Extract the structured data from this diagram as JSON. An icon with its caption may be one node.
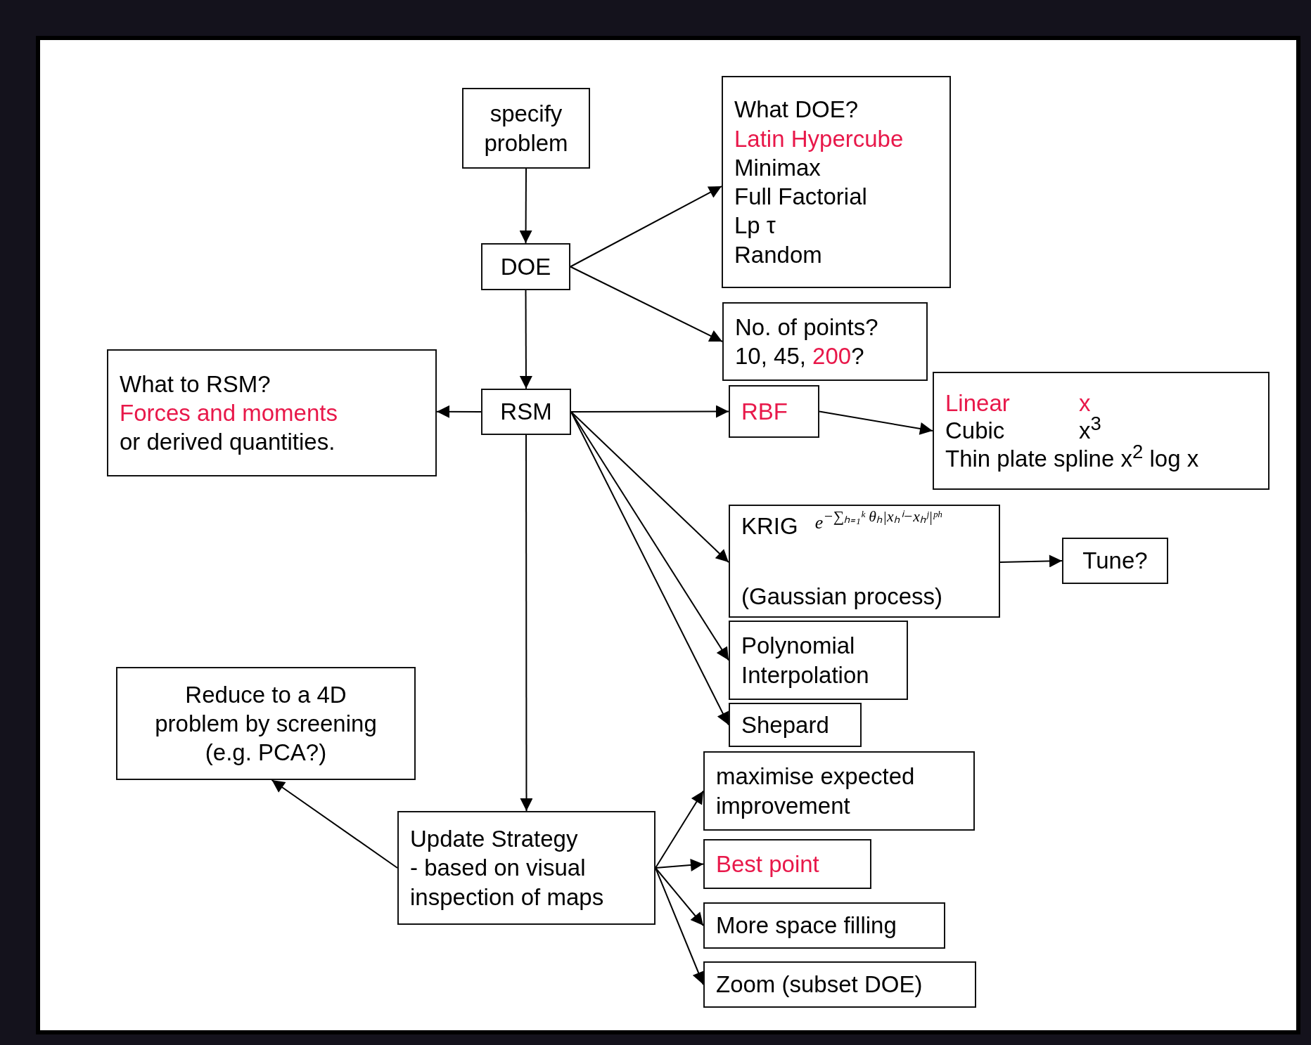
{
  "diagram": {
    "nodes": [
      {
        "text": [
          "specify problem"
        ]
      },
      {
        "text": [
          "DOE"
        ]
      },
      {
        "text": [
          "What DOE?",
          "Latin Hypercube",
          "Minimax",
          "Full Factorial",
          "Lp τ",
          "Random"
        ]
      },
      {
        "text": [
          "No. of points?",
          "10, 45, 200?"
        ]
      },
      {
        "text": [
          "What to RSM?",
          "Forces and moments",
          "or derived quantities."
        ]
      },
      {
        "text": [
          "RSM"
        ]
      },
      {
        "text": [
          "RBF"
        ]
      },
      {
        "text": [
          "Linear",
          "x",
          "Cubic",
          "x$^{3}$",
          "Thin plate spline x$^{2}$ log x"
        ]
      },
      {
        "text": [
          "KRIG",
          "e$^{−∑ₕ₌₁ᵏ θₕ|xₕⁱ−xₕʲ|ᵖʰ}$",
          "(Gaussian process)"
        ]
      },
      {
        "text": [
          "Tune?"
        ]
      },
      {
        "text": [
          "Polynomial Interpolation"
        ]
      },
      {
        "text": [
          "Shepard"
        ]
      },
      {
        "text": [
          "Reduce to a 4D problem by screening (e.g. PCA?)"
        ]
      },
      {
        "text": [
          "Update Strategy",
          "- based on visual inspection of maps"
        ]
      },
      {
        "text": [
          "maximise expected improvement"
        ]
      },
      {
        "text": [
          "Best point"
        ]
      },
      {
        "text": [
          "More space filling"
        ]
      },
      {
        "text": [
          "Zoom (subset DOE)"
        ]
      }
    ],
    "edges": [
      {
        "from": 0,
        "to": 1,
        "arrow": "to"
      },
      {
        "from": 1,
        "to": 2,
        "arrow": "to"
      },
      {
        "from": 1,
        "to": 3,
        "arrow": "to"
      },
      {
        "from": 1,
        "to": 5,
        "arrow": "to"
      },
      {
        "from": 5,
        "to": 4,
        "arrow": "to"
      },
      {
        "from": 5,
        "to": 6,
        "arrow": "to"
      },
      {
        "from": 6,
        "to": 7,
        "arrow": "to"
      },
      {
        "from": 5,
        "to": 8,
        "arrow": "to"
      },
      {
        "from": 5,
        "to": 10,
        "arrow": "to"
      },
      {
        "from": 5,
        "to": 11,
        "arrow": "to"
      },
      {
        "from": 8,
        "to": 9,
        "arrow": "to"
      },
      {
        "from": 5,
        "to": 13,
        "arrow": "to"
      },
      {
        "from": 13,
        "to": 12,
        "arrow": "to"
      },
      {
        "from": 13,
        "to": 14,
        "arrow": "to"
      },
      {
        "from": 13,
        "to": 15,
        "arrow": "to"
      },
      {
        "from": 13,
        "to": 16,
        "arrow": "to"
      },
      {
        "from": 13,
        "to": 17,
        "arrow": "to"
      }
    ]
  }
}
